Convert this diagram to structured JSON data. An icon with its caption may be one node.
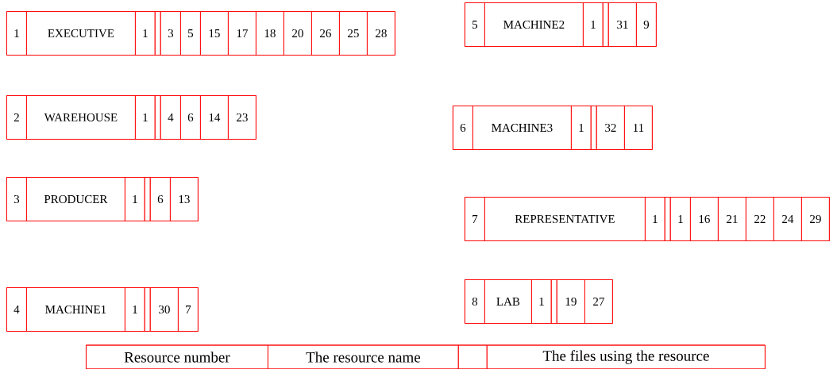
{
  "diagram": {
    "nodes": [
      {
        "text": [
          "1",
          "EXECUTIVE",
          "1",
          "3",
          "5",
          "15",
          "17",
          "18",
          "20",
          "26",
          "25",
          "28"
        ]
      },
      {
        "text": [
          "2",
          "WAREHOUSE",
          "1",
          "4",
          "6",
          "14",
          "23"
        ]
      },
      {
        "text": [
          "3",
          "PRODUCER",
          "1",
          "6",
          "13"
        ]
      },
      {
        "text": [
          "4",
          "MACHINE1",
          "1",
          "30",
          "7"
        ]
      },
      {
        "text": [
          "5",
          "MACHINE2",
          "1",
          "31",
          "9"
        ]
      },
      {
        "text": [
          "6",
          "MACHINE3",
          "1",
          "32",
          "11"
        ]
      },
      {
        "text": [
          "7",
          "REPRESENTATIVE",
          "1",
          "1",
          "16",
          "21",
          "22",
          "24",
          "29"
        ]
      },
      {
        "text": [
          "8",
          "LAB",
          "1",
          "19",
          "27"
        ]
      },
      {
        "text": [
          "Resource number",
          "The resource name",
          "The files using the resource"
        ]
      }
    ]
  }
}
